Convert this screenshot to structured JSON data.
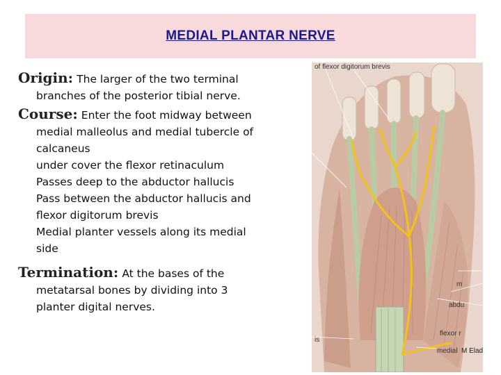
{
  "slide": {
    "title": "MEDIAL PLANTAR NERVE",
    "origin": {
      "heading": "Origin:",
      "lead": "The larger of the two terminal",
      "lines": [
        "branches of the posterior tibial nerve."
      ]
    },
    "course": {
      "heading": "Course:",
      "lead": "Enter the foot midway between",
      "lines": [
        "medial malleolus and medial tubercle of",
        "calcaneus",
        "under cover the flexor retinaculum",
        "Passes deep to the abductor hallucis",
        "Pass between the abductor hallucis and",
        "flexor digitorum brevis",
        "Medial planter vessels along its medial",
        "side"
      ]
    },
    "termination": {
      "heading": "Termination:",
      "lead": "At the bases of the",
      "lines": [
        "metatarsal bones by dividing into 3",
        "planter digital nerves."
      ]
    }
  },
  "figure": {
    "labels": {
      "top": "of flexor digitorum brevis",
      "right1": "m",
      "right2": "abdu",
      "right3": "flexor r",
      "right4": "medial",
      "left_bottom": "is"
    },
    "credit": "M Eladl",
    "colors": {
      "muscle": "#cf9e8c",
      "tendon": "#b9cba4",
      "nerve": "#f2c21a",
      "bone": "#efe3d6"
    }
  }
}
